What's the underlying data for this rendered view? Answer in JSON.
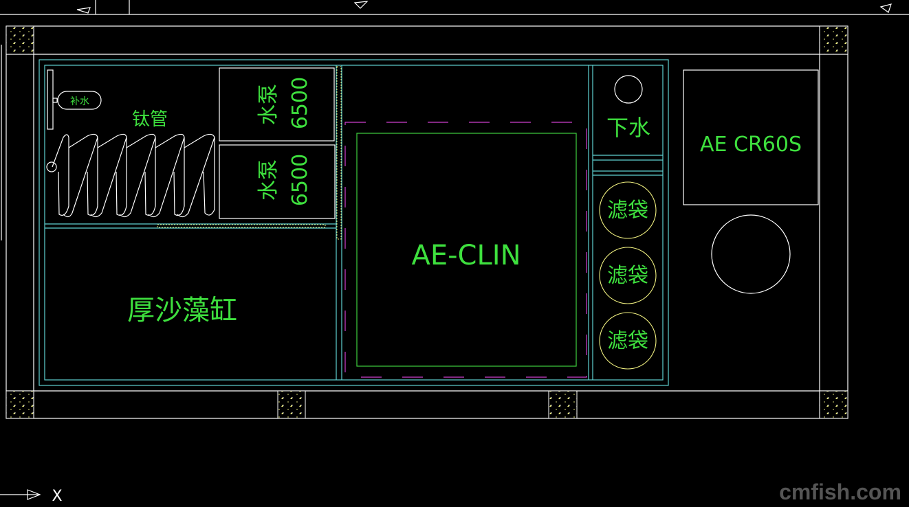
{
  "drawing": {
    "labels": {
      "makeup_water": "补水",
      "titanium_tube": "钛管",
      "pump_top": "水泵",
      "pump_top_model": "6500",
      "pump_bottom": "水泵",
      "pump_bottom_model": "6500",
      "sand_tank": "厚沙藻缸",
      "center_device": "AE-CLIN",
      "drain": "下水",
      "filter_bags": [
        "滤袋",
        "滤袋",
        "滤袋"
      ],
      "side_device": "AE CR60S"
    },
    "axis_label": "X",
    "watermark": "cmfish.com",
    "colors": {
      "walls": "#ffffff",
      "tank": "#5fd3d3",
      "text": "#3ee03e",
      "dashed_outline": "#d040d0",
      "filter_bag_circle": "#f0f080"
    }
  }
}
